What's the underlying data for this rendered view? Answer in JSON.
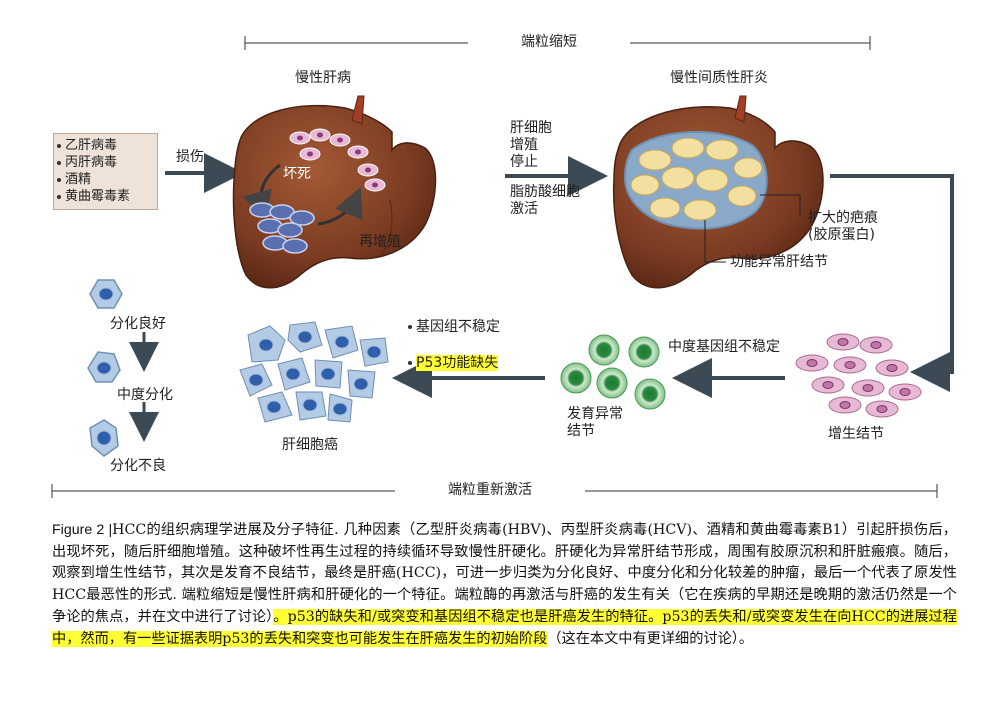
{
  "timeline_top": {
    "label": "端粒缩短"
  },
  "timeline_bottom": {
    "label": "端粒重新激活"
  },
  "causes": {
    "items": [
      "乙肝病毒",
      "丙肝病毒",
      "酒精",
      "黄曲霉毒素"
    ]
  },
  "injury_label": "损伤",
  "liver1": {
    "title": "慢性肝病",
    "necrosis": "坏死",
    "regeneration": "再增殖"
  },
  "transition": {
    "line1": "肝细胞",
    "line2": "增殖",
    "line3": "停止",
    "line4": "脂肪酸细胞",
    "line5": "激活"
  },
  "liver2": {
    "title": "慢性间质性肝炎",
    "scar_line1": "扩大的疤痕",
    "scar_line2": "(胶原蛋白)",
    "nodules": "功能异常肝结节"
  },
  "nodules_stage": {
    "instability": "中度基因组不稳定",
    "label": "增生结节"
  },
  "dysplastic": {
    "line1": "发育异常",
    "line2": "结节"
  },
  "hcc": {
    "label": "肝细胞癌",
    "bullet1": "基因组不稳定",
    "bullet2": "P53功能缺失"
  },
  "differentiation": {
    "good": "分化良好",
    "moderate": "中度分化",
    "poor": "分化不良"
  },
  "caption": {
    "fig_label": "Figure 2 |",
    "text_plain": "HCC的组织病理学进展及分子特征. 几种因素（乙型肝炎病毒(HBV)、丙型肝炎病毒(HCV)、酒精和黄曲霉毒素B1）引起肝损伤后，出现坏死，随后肝细胞增殖。这种破坏性再生过程的持续循环导致慢性肝硬化。肝硬化为异常肝结节形成，周围有胶原沉积和肝脏瘢痕。随后，观察到增生性结节，其次是发育不良结节，最终是肝癌(HCC)，可进一步归类为分化良好、中度分化和分化较差的肿瘤，最后一个代表了原发性HCC最恶性的形式. 端粒缩短是慢性肝病和肝硬化的一个特征。端粒酶的再激活与肝癌的发生有关（它在疾病的早期还是晚期的激活仍然是一个争论的焦点，并在文中进行了讨论）",
    "text_highlight": "。p53的缺失和/或突变和基因组不稳定也是肝癌发生的特征。p53的丢失和/或突变发生在向HCC的进展过程中，然而，有一些证据表明p53的丢失和突变也可能发生在肝癌发生的初始阶段",
    "text_end": "（这在本文中有更详细的讨论）。"
  },
  "colors": {
    "liver": "#7a3b22",
    "nodule_fill": "#f3dfa0",
    "nodule_border": "#8aa9c8",
    "arrow": "#3b4a55",
    "highlight": "#ffff33"
  }
}
